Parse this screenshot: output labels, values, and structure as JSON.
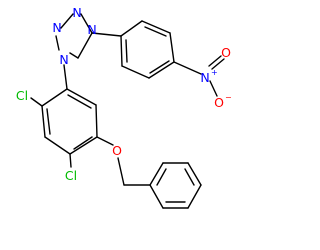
{
  "colors": {
    "bond": "#000000",
    "nitrogen": "#0000ff",
    "oxygen": "#ff0000",
    "chlorine": "#00bb00",
    "background": "#ffffff"
  },
  "atoms": {
    "tetrazole_n1": "N",
    "tetrazole_n2": "N",
    "tetrazole_n3": "N",
    "tetrazole_n4": "N",
    "nitro_n": "N",
    "nitro_n_charge": "+",
    "nitro_o_top": "O",
    "nitro_o_bottom": "O",
    "nitro_o_bottom_charge": "−",
    "cl_upper": "Cl",
    "cl_lower": "Cl",
    "ether_o": "O"
  }
}
